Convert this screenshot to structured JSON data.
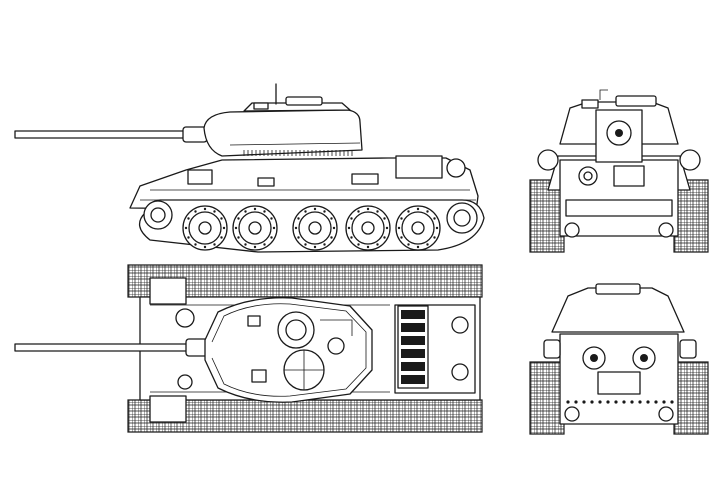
{
  "drawing": {
    "views": [
      {
        "view": "side"
      },
      {
        "view": "top"
      },
      {
        "view": "front"
      },
      {
        "view": "rear"
      }
    ],
    "colors": {
      "line": "#1a1a1a",
      "background": "#ffffff"
    }
  }
}
